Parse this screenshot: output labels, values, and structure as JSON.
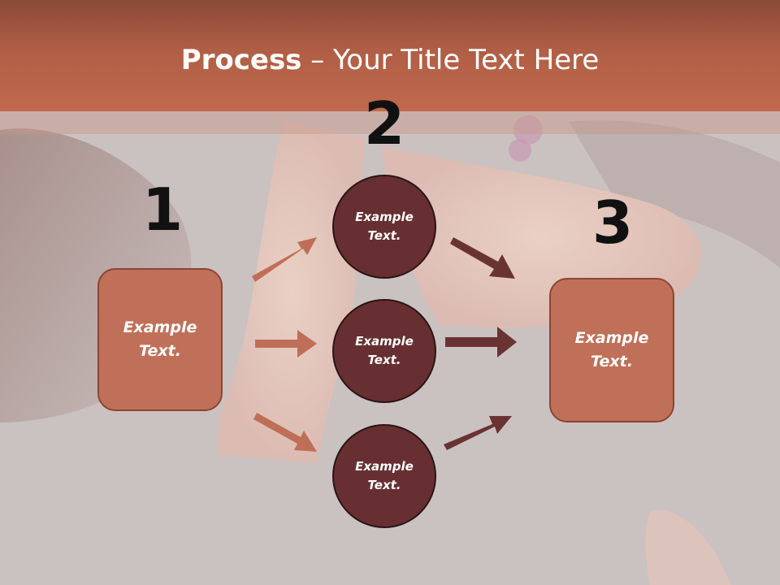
{
  "title": {
    "bold": "Process",
    "rest": " – Your Title Text Here"
  },
  "steps": [
    {
      "number": "1",
      "label": "Example\nText."
    },
    {
      "number": "2",
      "labels": [
        "Example\nText.",
        "Example\nText.",
        "Example\nText."
      ]
    },
    {
      "number": "3",
      "label": "Example\nText."
    }
  ],
  "colors": {
    "title_band": "#b05e45",
    "box_fill": "#c07058",
    "circle_fill": "#672f31",
    "arrow_light": "#bf6e57",
    "arrow_dark": "#6a3333"
  }
}
